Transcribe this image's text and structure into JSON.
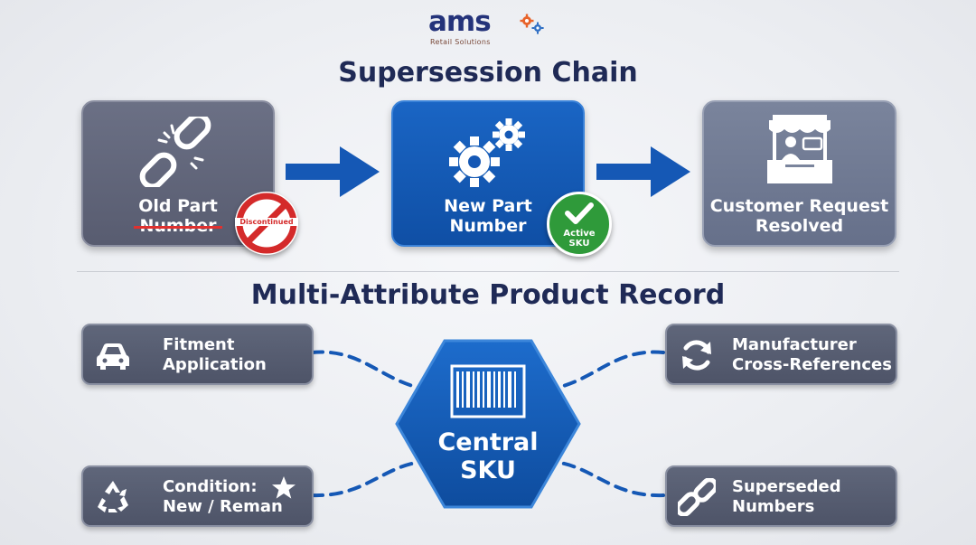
{
  "logo": {
    "wordmark": "ams",
    "tagline": "Retail Solutions"
  },
  "section1": {
    "title": "Supersession Chain",
    "old_part": {
      "line1": "Old Part",
      "line2": "Number",
      "badge": "Discontinued"
    },
    "new_part": {
      "line1": "New Part",
      "line2": "Number",
      "badge_line1": "Active",
      "badge_line2": "SKU"
    },
    "customer": {
      "line1": "Customer Request",
      "line2": "Resolved"
    }
  },
  "section2": {
    "title": "Multi-Attribute Product Record",
    "center": {
      "line1": "Central",
      "line2": "SKU"
    },
    "fitment": {
      "line1": "Fitment",
      "line2": "Application"
    },
    "condition": {
      "line1": "Condition:",
      "line2": "New / Reman"
    },
    "manufacturer": {
      "line1": "Manufacturer",
      "line2": "Cross-References"
    },
    "superseded": {
      "line1": "Superseded",
      "line2": "Numbers"
    }
  },
  "colors": {
    "navy": "#1f2a56",
    "blue": "#1558b5",
    "gray_card": "#5f667a",
    "red_badge": "#d42a2a",
    "green_badge": "#2f9a3a"
  },
  "icons": [
    "broken-link-icon",
    "gears-icon",
    "storefront-icon",
    "car-icon",
    "recycle-icon",
    "star-icon",
    "sync-icon",
    "link-icon",
    "barcode-icon",
    "checkmark-icon",
    "prohibited-icon"
  ]
}
